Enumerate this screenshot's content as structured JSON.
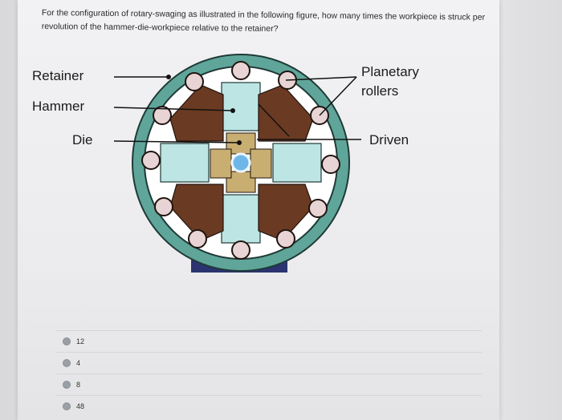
{
  "question": {
    "text": "For the configuration of rotary-swaging as illustrated in the following figure, how many times the workpiece is struck per revolution of the hammer-die-workpiece relative to the retainer?"
  },
  "figure": {
    "labels": {
      "retainer": "Retainer",
      "hammer": "Hammer",
      "die": "Die",
      "planetary": "Planetary",
      "rollers": "rollers",
      "driven": "Driven"
    },
    "colors": {
      "ring": "#5fa59a",
      "ring_dark": "#1f3a36",
      "hammer": "#6b3a22",
      "die": "#bde5e4",
      "center": "#c9ae72",
      "base": "#2b3470"
    }
  },
  "options": [
    {
      "label": "12"
    },
    {
      "label": "4"
    },
    {
      "label": "8"
    },
    {
      "label": "48"
    }
  ]
}
